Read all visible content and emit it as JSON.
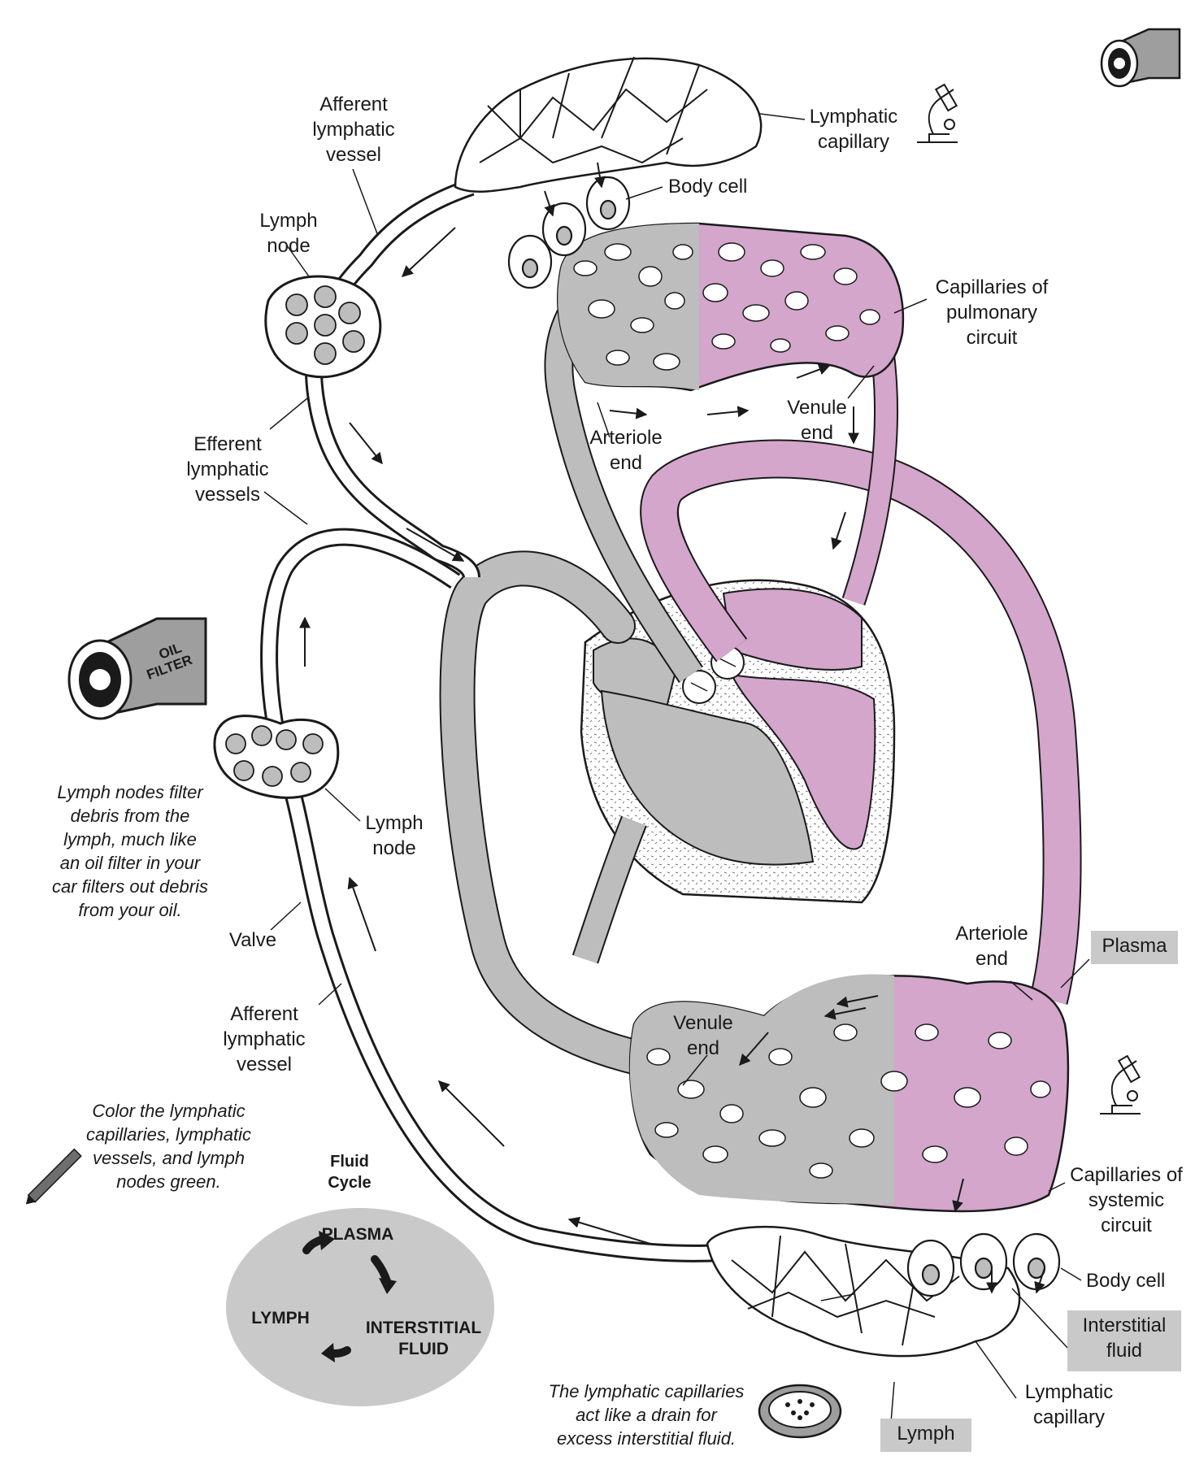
{
  "labels": {
    "afferent_top": [
      "Afferent",
      "lymphatic",
      "vessel"
    ],
    "lymph_node_top": [
      "Lymph",
      "node"
    ],
    "efferent": [
      "Efferent",
      "lymphatic",
      "vessels"
    ],
    "lymph_node_mid": [
      "Lymph",
      "node"
    ],
    "valve": "Valve",
    "afferent_bottom": [
      "Afferent",
      "lymphatic",
      "vessel"
    ],
    "lymphatic_capillary_top": [
      "Lymphatic",
      "capillary"
    ],
    "body_cell_top": "Body cell",
    "capillaries_pulmonary": [
      "Capillaries of",
      "pulmonary",
      "circuit"
    ],
    "venule_end_top": [
      "Venule",
      "end"
    ],
    "arteriole_end_top": [
      "Arteriole",
      "end"
    ],
    "arteriole_end_bottom": [
      "Arteriole",
      "end"
    ],
    "venule_end_bottom": [
      "Venule",
      "end"
    ],
    "plasma": "Plasma",
    "capillaries_systemic": [
      "Capillaries of",
      "systemic",
      "circuit"
    ],
    "body_cell_bottom": "Body cell",
    "interstitial_fluid": [
      "Interstitial",
      "fluid"
    ],
    "lymphatic_capillary_bottom": [
      "Lymphatic",
      "capillary"
    ],
    "lymph": "Lymph"
  },
  "notes": {
    "oil_filter": [
      "Lymph nodes filter",
      "debris from the",
      "lymph, much like",
      "an oil filter in your",
      "car filters out debris",
      "from your oil."
    ],
    "color": [
      "Color the lymphatic",
      "capillaries, lymphatic",
      "vessels, and lymph",
      "nodes green."
    ],
    "drain": [
      "The lymphatic capillaries",
      "act like a drain for",
      "excess interstitial fluid."
    ]
  },
  "fluid_cycle": {
    "title": [
      "Fluid",
      "Cycle"
    ],
    "plasma": "PLASMA",
    "interstitial": [
      "INTERSTITIAL",
      "FLUID"
    ],
    "lymph": "LYMPH"
  },
  "icons": {
    "oil_filter_text": [
      "OIL",
      "FILTER"
    ]
  },
  "colors": {
    "oxygenated": "#d4a6cc",
    "deoxygenated": "#bdbdbd",
    "label_box": "#c9c9c9",
    "outline": "#1a1a1a"
  }
}
